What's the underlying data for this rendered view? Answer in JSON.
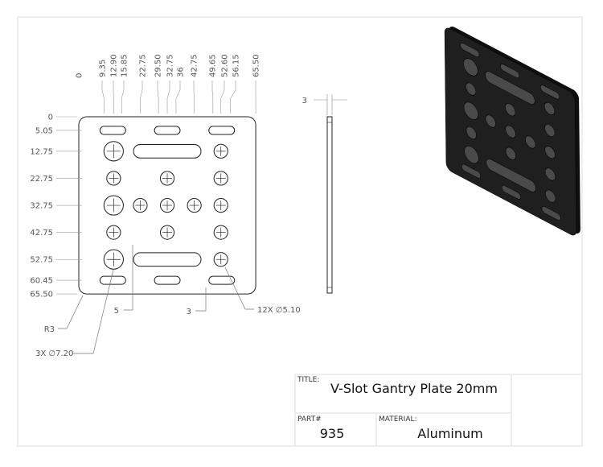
{
  "drawing": {
    "top_dimensions": [
      "0",
      "9.35",
      "12.90",
      "15.85",
      "22.75",
      "29.50",
      "32.75",
      "36",
      "42.75",
      "49.65",
      "52.60",
      "56.15",
      "65.50"
    ],
    "left_dimensions": [
      "0",
      "5.05",
      "12.75",
      "22.75",
      "32.75",
      "42.75",
      "52.75",
      "60.45",
      "65.50"
    ],
    "slot_width_label": "5",
    "slot_gap_label": "3",
    "thickness_label": "3",
    "corner_radius_label": "R3",
    "large_hole_callout": "3X ∅7.20",
    "small_hole_callout": "12X ∅5.10"
  },
  "title_block": {
    "title_label": "TITLE:",
    "title": "V-Slot Gantry Plate 20mm",
    "part_label": "PART#",
    "part": "935",
    "material_label": "MATERIAL:",
    "material": "Aluminum"
  },
  "colors": {
    "line": "#222222",
    "plate_3d": "#1f1f1f",
    "hole_3d": "#4a4a4a",
    "border": "#dddddd"
  }
}
